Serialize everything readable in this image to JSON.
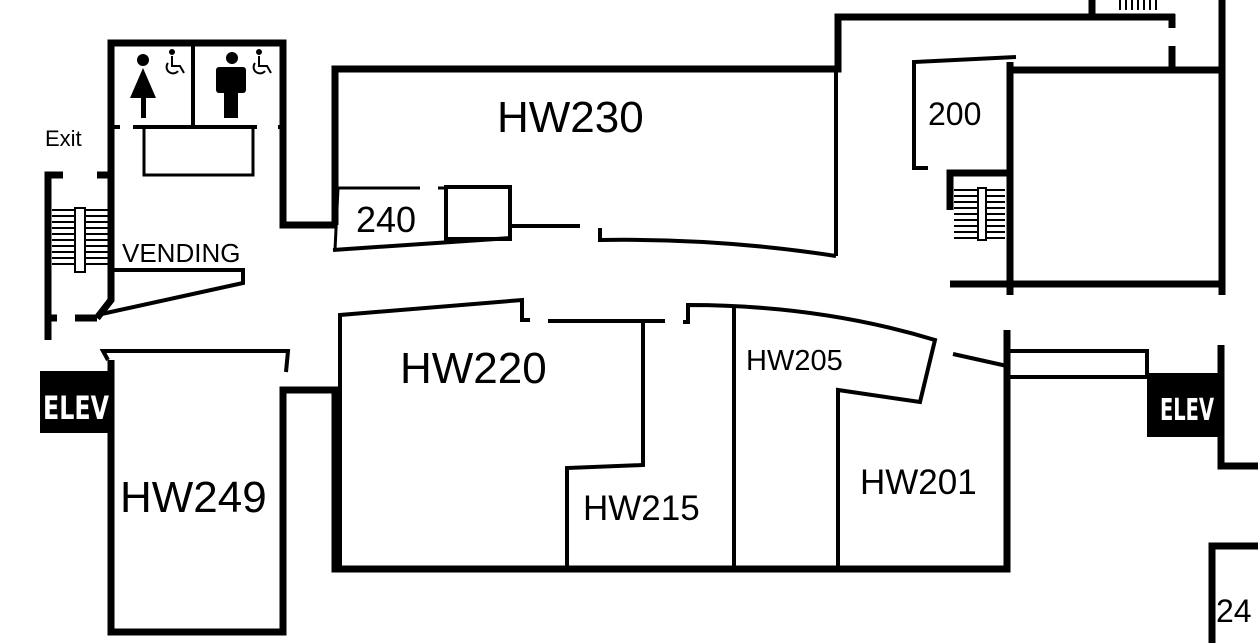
{
  "floor_plan": {
    "rooms": {
      "hw230": "HW230",
      "r240": "240",
      "r200": "200",
      "hw220": "HW220",
      "hw205": "HW205",
      "hw215": "HW215",
      "hw201": "HW201",
      "hw249": "HW249",
      "r24": "24"
    },
    "labels": {
      "exit": "Exit",
      "vending": "VENDING",
      "elevator_left": "ELEV",
      "elevator_right": "ELEV"
    },
    "icons": [
      "women-restroom-icon",
      "men-restroom-icon",
      "wheelchair-accessible-icon",
      "stairs-icon",
      "elevator-icon"
    ],
    "colors": {
      "walls": "#000000",
      "background": "#ffffff"
    }
  }
}
